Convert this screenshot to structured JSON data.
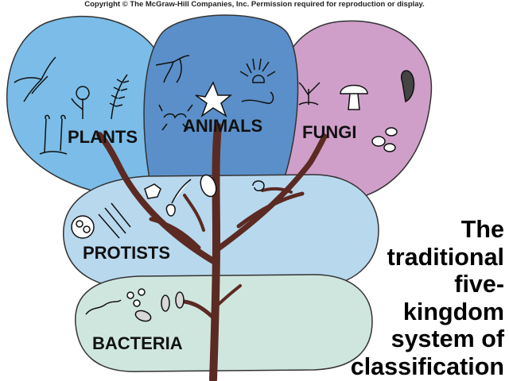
{
  "copyright": "Copyright © The McGraw-Hill Companies, Inc. Permission required for reproduction or display.",
  "kingdoms": {
    "plants": "PLANTS",
    "animals": "ANIMALS",
    "fungi": "FUNGI",
    "protists": "PROTISTS",
    "bacteria": "BACTERIA"
  },
  "title_lines": [
    "The",
    "traditional",
    "five-",
    "kingdom",
    "system of",
    "classification"
  ],
  "colors": {
    "plants": "#7bbde8",
    "animals": "#5b8fc9",
    "fungi": "#cf9fc9",
    "protists": "#b8d8ee",
    "bacteria": "#cfe6de",
    "trunk": "#5b2a22"
  }
}
